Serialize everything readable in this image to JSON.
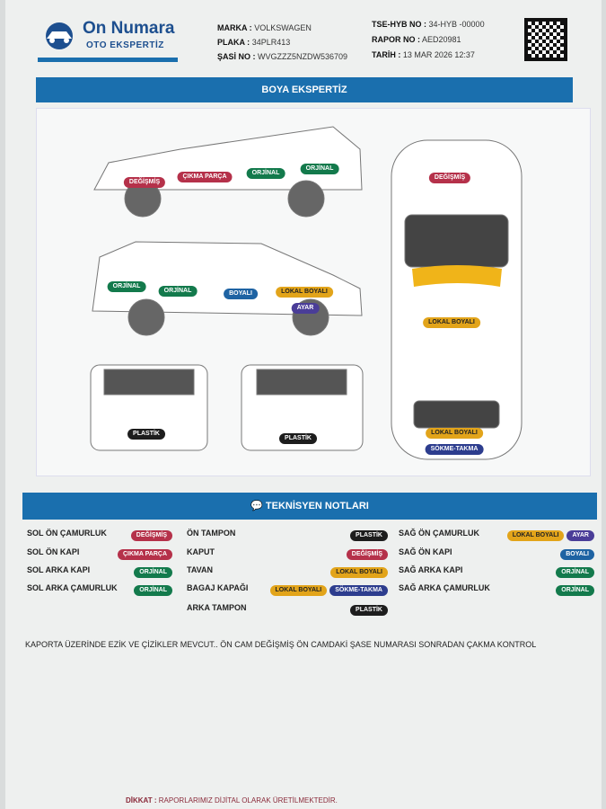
{
  "header": {
    "brand": "On Numara",
    "brand_sub": "OTO EKSPERTİZ",
    "fields": [
      {
        "label": "MARKA :",
        "value": "VOLKSWAGEN"
      },
      {
        "label": "PLAKA :",
        "value": "34PLR413"
      },
      {
        "label": "ŞASİ NO :",
        "value": "WVGZZZ5NZDW536709"
      },
      {
        "label": "TSE-HYB NO :",
        "value": "34-HYB -00000"
      },
      {
        "label": "RAPOR NO :",
        "value": "AED20981"
      },
      {
        "label": "TARİH :",
        "value": "13 MAR 2026 12:37"
      }
    ]
  },
  "paint_title": "BOYA EKSPERTİZ",
  "diagram_badges": [
    {
      "text": "DEĞİŞMİŞ",
      "color": "red"
    },
    {
      "text": "ÇIKMA PARÇA",
      "color": "red"
    },
    {
      "text": "ORJİNAL",
      "color": "green"
    },
    {
      "text": "ORJİNAL",
      "color": "green"
    },
    {
      "text": "ORJİNAL",
      "color": "green"
    },
    {
      "text": "ORJİNAL",
      "color": "green"
    },
    {
      "text": "BOYALI",
      "color": "blue"
    },
    {
      "text": "LOKAL BOYALI",
      "color": "yellow"
    },
    {
      "text": "AYAR",
      "color": "purple"
    },
    {
      "text": "PLASTİK",
      "color": "black"
    },
    {
      "text": "PLASTİK",
      "color": "black"
    },
    {
      "text": "DEĞİŞMİŞ",
      "color": "red"
    },
    {
      "text": "LOKAL BOYALI",
      "color": "yellow"
    },
    {
      "text": "LOKAL BOYALI",
      "color": "yellow"
    },
    {
      "text": "SÖKME-TAKMA",
      "color": "navy"
    }
  ],
  "notes_title": "TEKNİSYEN NOTLARI",
  "notes": [
    [
      {
        "part": "SOL ÖN ÇAMURLUK",
        "tags": [
          {
            "text": "DEĞİŞMİŞ",
            "color": "red"
          }
        ]
      },
      {
        "part": "SOL ÖN KAPI",
        "tags": [
          {
            "text": "ÇIKMA PARÇA",
            "color": "red"
          }
        ]
      },
      {
        "part": "SOL ARKA KAPI",
        "tags": [
          {
            "text": "ORJİNAL",
            "color": "green"
          }
        ]
      },
      {
        "part": "SOL ARKA ÇAMURLUK",
        "tags": [
          {
            "text": "ORJİNAL",
            "color": "green"
          }
        ]
      }
    ],
    [
      {
        "part": "ÖN TAMPON",
        "tags": [
          {
            "text": "PLASTİK",
            "color": "black"
          }
        ]
      },
      {
        "part": "KAPUT",
        "tags": [
          {
            "text": "DEĞİŞMİŞ",
            "color": "red"
          }
        ]
      },
      {
        "part": "TAVAN",
        "tags": [
          {
            "text": "LOKAL BOYALI",
            "color": "yellow"
          }
        ]
      },
      {
        "part": "BAGAJ KAPAĞI",
        "tags": [
          {
            "text": "LOKAL BOYALI",
            "color": "yellow"
          },
          {
            "text": "SÖKME-TAKMA",
            "color": "navy"
          }
        ]
      },
      {
        "part": "ARKA TAMPON",
        "tags": [
          {
            "text": "PLASTİK",
            "color": "black"
          }
        ]
      }
    ],
    [
      {
        "part": "SAĞ ÖN ÇAMURLUK",
        "tags": [
          {
            "text": "LOKAL BOYALI",
            "color": "yellow"
          },
          {
            "text": "AYAR",
            "color": "purple"
          }
        ]
      },
      {
        "part": "SAĞ ÖN KAPI",
        "tags": [
          {
            "text": "BOYALI",
            "color": "blue"
          }
        ]
      },
      {
        "part": "SAĞ ARKA KAPI",
        "tags": [
          {
            "text": "ORJİNAL",
            "color": "green"
          }
        ]
      },
      {
        "part": "SAĞ ARKA ÇAMURLUK",
        "tags": [
          {
            "text": "ORJİNAL",
            "color": "green"
          }
        ]
      }
    ]
  ],
  "remark": "KAPORTA ÜZERİNDE EZİK VE ÇİZİKLER MEVCUT.. ÖN CAM DEĞİŞMİŞ ÖN CAMDAKİ ŞASE NUMARASI SONRADAN ÇAKMA KONTROL",
  "footer": {
    "label": "DİKKAT :",
    "text": "RAPORLARIMIZ DİJİTAL OLARAK ÜRETİLMEKTEDİR."
  }
}
